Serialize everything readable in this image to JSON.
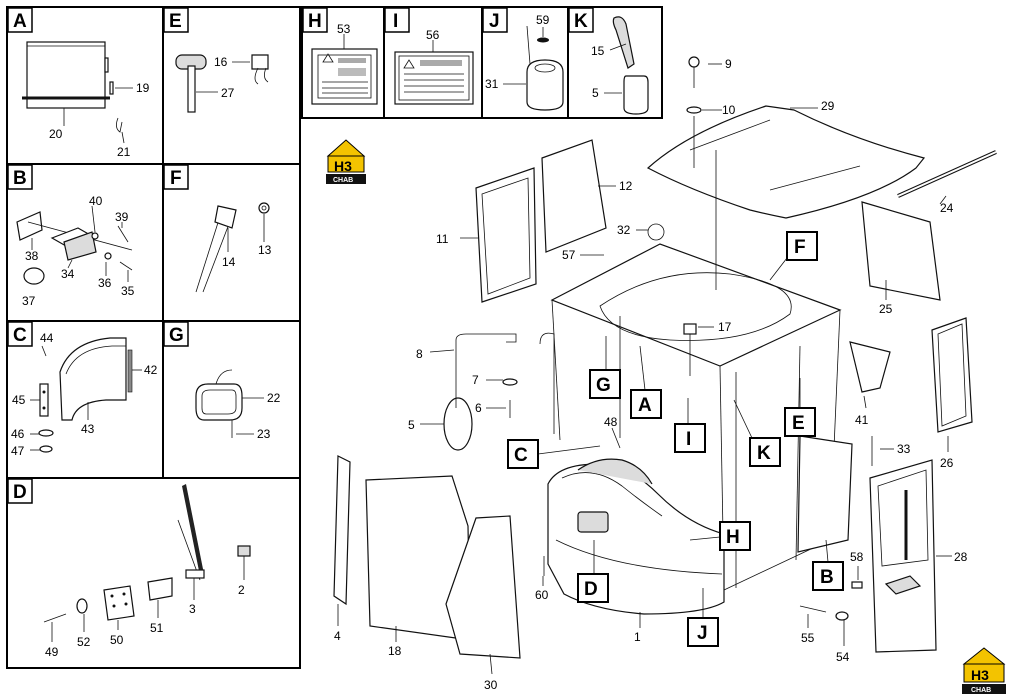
{
  "panels": [
    {
      "letter": "A",
      "labels": [
        "19",
        "20",
        "21"
      ]
    },
    {
      "letter": "E",
      "labels": [
        "16",
        "27"
      ]
    },
    {
      "letter": "H",
      "labels": [
        "53"
      ]
    },
    {
      "letter": "I",
      "labels": [
        "56"
      ]
    },
    {
      "letter": "J",
      "labels": [
        "59",
        "31"
      ]
    },
    {
      "letter": "K",
      "labels": [
        "15",
        "5"
      ]
    },
    {
      "letter": "B",
      "labels": [
        "40",
        "39",
        "38",
        "34",
        "37",
        "36",
        "35"
      ]
    },
    {
      "letter": "F",
      "labels": [
        "13",
        "14"
      ]
    },
    {
      "letter": "C",
      "labels": [
        "44",
        "42",
        "45",
        "43",
        "46",
        "47"
      ]
    },
    {
      "letter": "G",
      "labels": [
        "22",
        "23"
      ]
    },
    {
      "letter": "D",
      "labels": [
        "2",
        "3",
        "49",
        "52",
        "50",
        "51"
      ]
    }
  ],
  "main_labels": [
    "9",
    "10",
    "29",
    "12",
    "11",
    "32",
    "57",
    "24",
    "25",
    "17",
    "8",
    "7",
    "6",
    "5",
    "48",
    "41",
    "33",
    "26",
    "28",
    "58",
    "60",
    "4",
    "18",
    "30",
    "1",
    "55",
    "54"
  ],
  "callouts": [
    "F",
    "G",
    "A",
    "I",
    "E",
    "K",
    "C",
    "H",
    "D",
    "B",
    "J"
  ],
  "logo": {
    "mark": "H3",
    "caption": "CHAB"
  }
}
